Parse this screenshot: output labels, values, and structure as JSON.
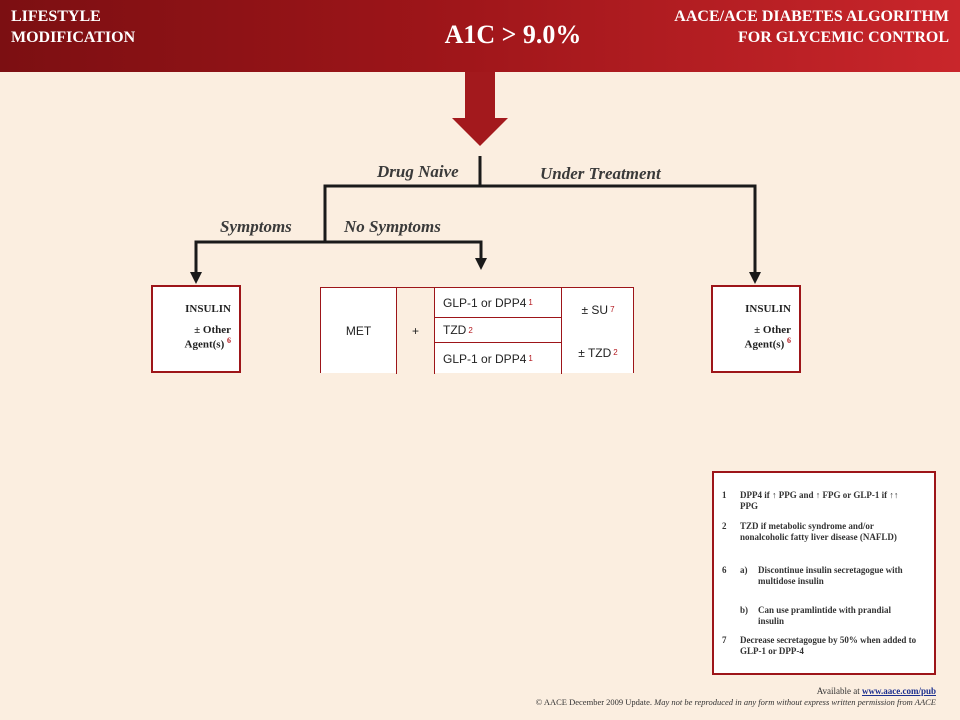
{
  "header": {
    "left": "LIFESTYLE\nMODIFICATION",
    "title": "A1C > 9.0%",
    "right": "AACE/ACE DIABETES ALGORITHM\nFOR GLYCEMIC CONTROL"
  },
  "branches": {
    "drug_naive": "Drug Naive",
    "under_treatment": "Under Treatment",
    "symptoms": "Symptoms",
    "no_symptoms": "No Symptoms"
  },
  "insulin_box": {
    "title": "INSULIN",
    "line2": "± Other",
    "line3": "Agent(s)",
    "ref": "6"
  },
  "met_block": {
    "met": "MET",
    "plus": "+",
    "row1": "GLP-1 or DPP4",
    "row1_ref": "1",
    "row2": "TZD",
    "row2_ref": "2",
    "row3": "GLP-1 or DPP4",
    "row3_ref": "1",
    "su": "± SU",
    "su_ref": "7",
    "tzd": "± TZD",
    "tzd_ref": "2"
  },
  "notes": {
    "n1_num": "1",
    "n1_a": "DPP4 if",
    "n1_b": "PPG and",
    "n1_c": "FPG or GLP-1",
    "n1_d": "if",
    "n1_e": "PPG",
    "n2_num": "2",
    "n2": "TZD if metabolic syndrome and/or nonalcoholic fatty liver disease (NAFLD)",
    "n6_num": "6",
    "n6a_lbl": "a)",
    "n6a": "Discontinue insulin secretagogue with multidose insulin",
    "n6b_lbl": "b)",
    "n6b": "Can use pramlintide with prandial insulin",
    "n7_num": "7",
    "n7": "Decrease secretagogue by 50% when added to GLP-1 or DPP-4"
  },
  "footer": {
    "available": "Available at",
    "url": "www.aace.com/pub",
    "copyright": "© AACE December 2009 Update.",
    "disclaimer": "May not be reproduced in any form without express written permission from AACE"
  },
  "colors": {
    "accent": "#9d1519",
    "arrow": "#a3191d",
    "background": "#fbeee0"
  }
}
